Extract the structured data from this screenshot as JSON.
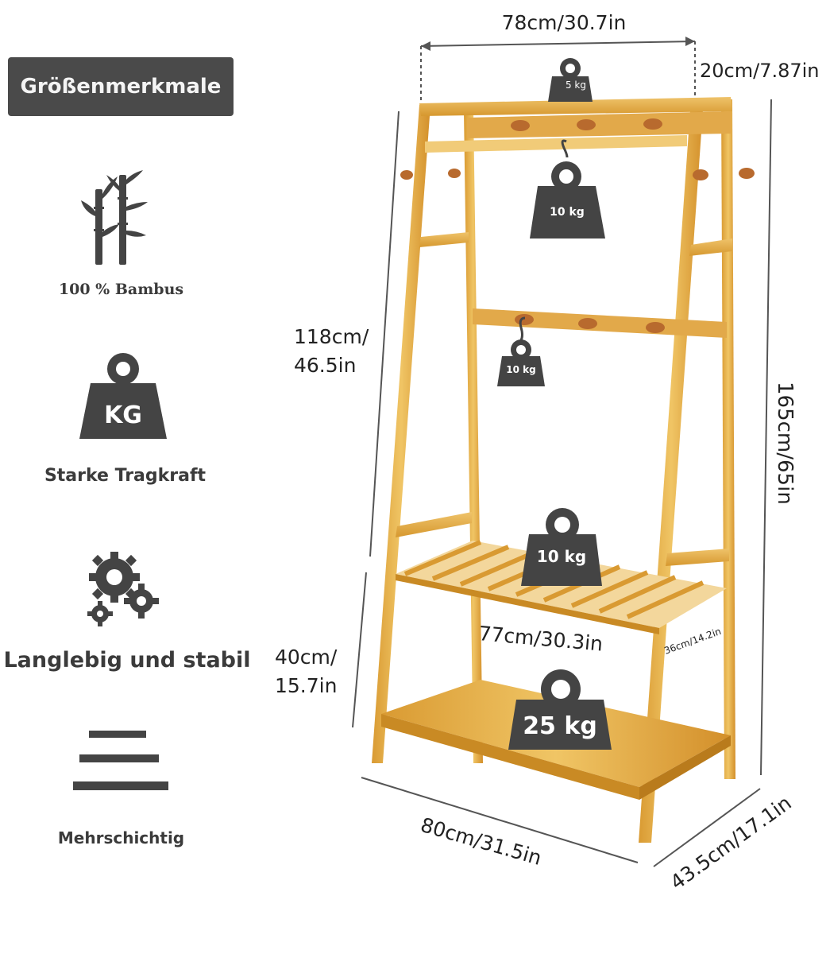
{
  "header": {
    "badge_label": "Größenmerkmale"
  },
  "features": [
    {
      "icon": "bamboo-icon",
      "label": "100 % Bambus"
    },
    {
      "icon": "kg-weight-icon",
      "icon_text": "KG",
      "label": "Starke Tragkraft"
    },
    {
      "icon": "gears-icon",
      "label": "Langlebig und stabil"
    },
    {
      "icon": "layers-icon",
      "label": "Mehrschichtig"
    }
  ],
  "dimensions": {
    "top_width": "78cm/30.7in",
    "top_depth": "20cm/7.87in",
    "upper_height_1": "118cm/",
    "upper_height_2": "46.5in",
    "total_height": "165cm/65in",
    "lower_height_1": "40cm/",
    "lower_height_2": "15.7in",
    "shelf_width": "77cm/30.3in",
    "shelf_depth": "36cm/14.2in",
    "base_width": "80cm/31.5in",
    "base_depth": "43.5cm/17.1in"
  },
  "loads": {
    "top": "5 kg",
    "rail": "10 kg",
    "hooks": "10 kg",
    "shelf": "10 kg",
    "bottom": "25 kg"
  },
  "colors": {
    "badge_bg": "#4a4a4a",
    "weight_icon": "#444444",
    "bamboo_light": "#e6b24c",
    "bamboo_dark": "#c98a24"
  }
}
